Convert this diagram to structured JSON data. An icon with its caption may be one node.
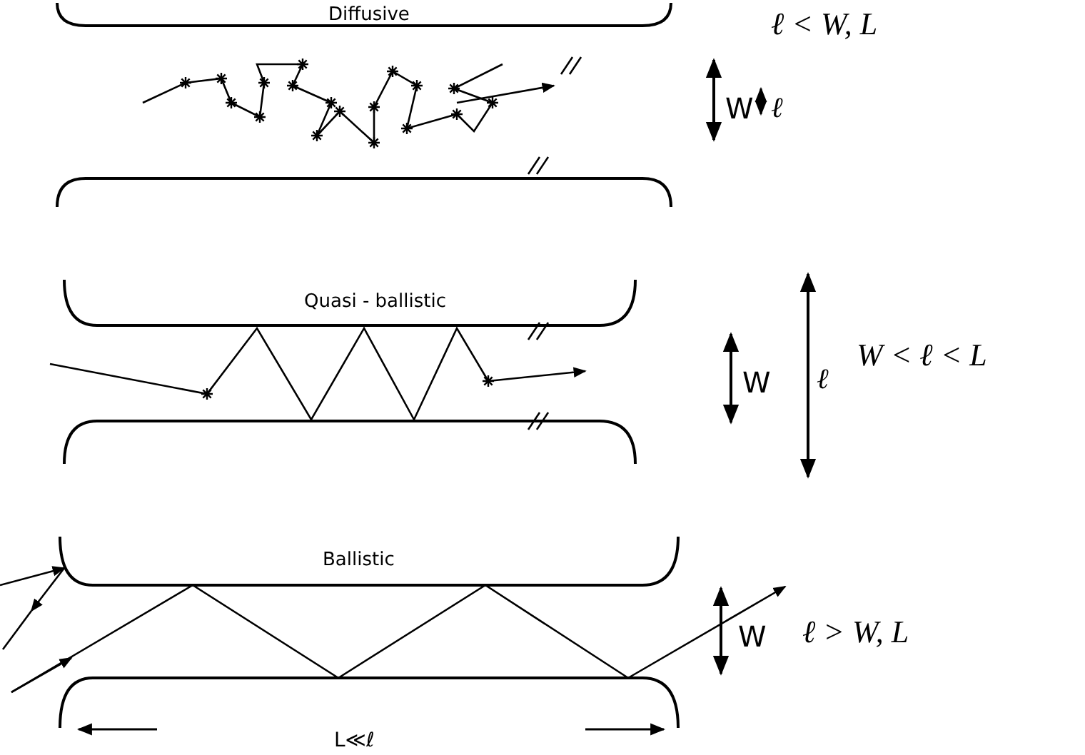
{
  "diagram": {
    "labels": [
      "Diffusive",
      "ℓ < W, L",
      "W",
      "ℓ",
      "Quasi - ballistic",
      "W < ℓ < L",
      "W",
      "ℓ",
      "Ballistic",
      "W",
      "ℓ > W, L",
      "L≪ℓ"
    ]
  }
}
